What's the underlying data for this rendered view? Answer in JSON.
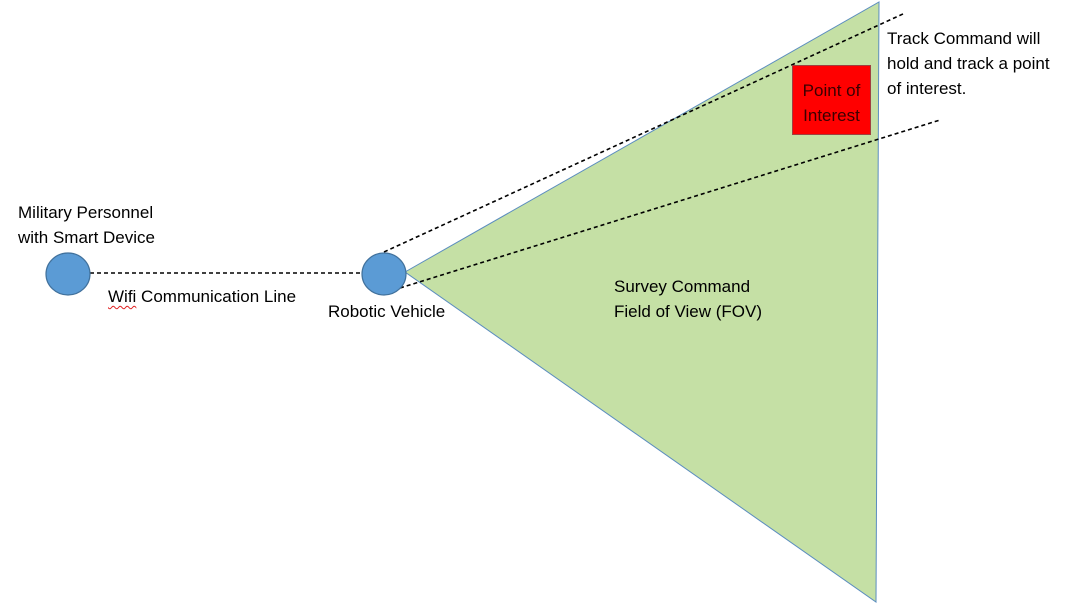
{
  "nodes": {
    "personnel": {
      "lines": [
        "Military Personnel",
        "with Smart Device"
      ]
    },
    "vehicle": {
      "label": "Robotic Vehicle"
    }
  },
  "link": {
    "label_word1": "Wifi",
    "label_rest": " Communication Line"
  },
  "fov": {
    "lines": [
      "Survey Command",
      "Field of View (FOV)"
    ]
  },
  "poi": {
    "lines": [
      "Point of",
      "Interest"
    ]
  },
  "track": {
    "lines": [
      "Track Command will",
      "hold and track a point",
      "of interest."
    ]
  },
  "colors": {
    "node_fill": "#5b9bd5",
    "node_stroke": "#41719c",
    "fov_fill": "#c5e0a5",
    "fov_stroke": "#5b8dbf",
    "poi_fill": "#ff0000",
    "line": "#000000"
  }
}
